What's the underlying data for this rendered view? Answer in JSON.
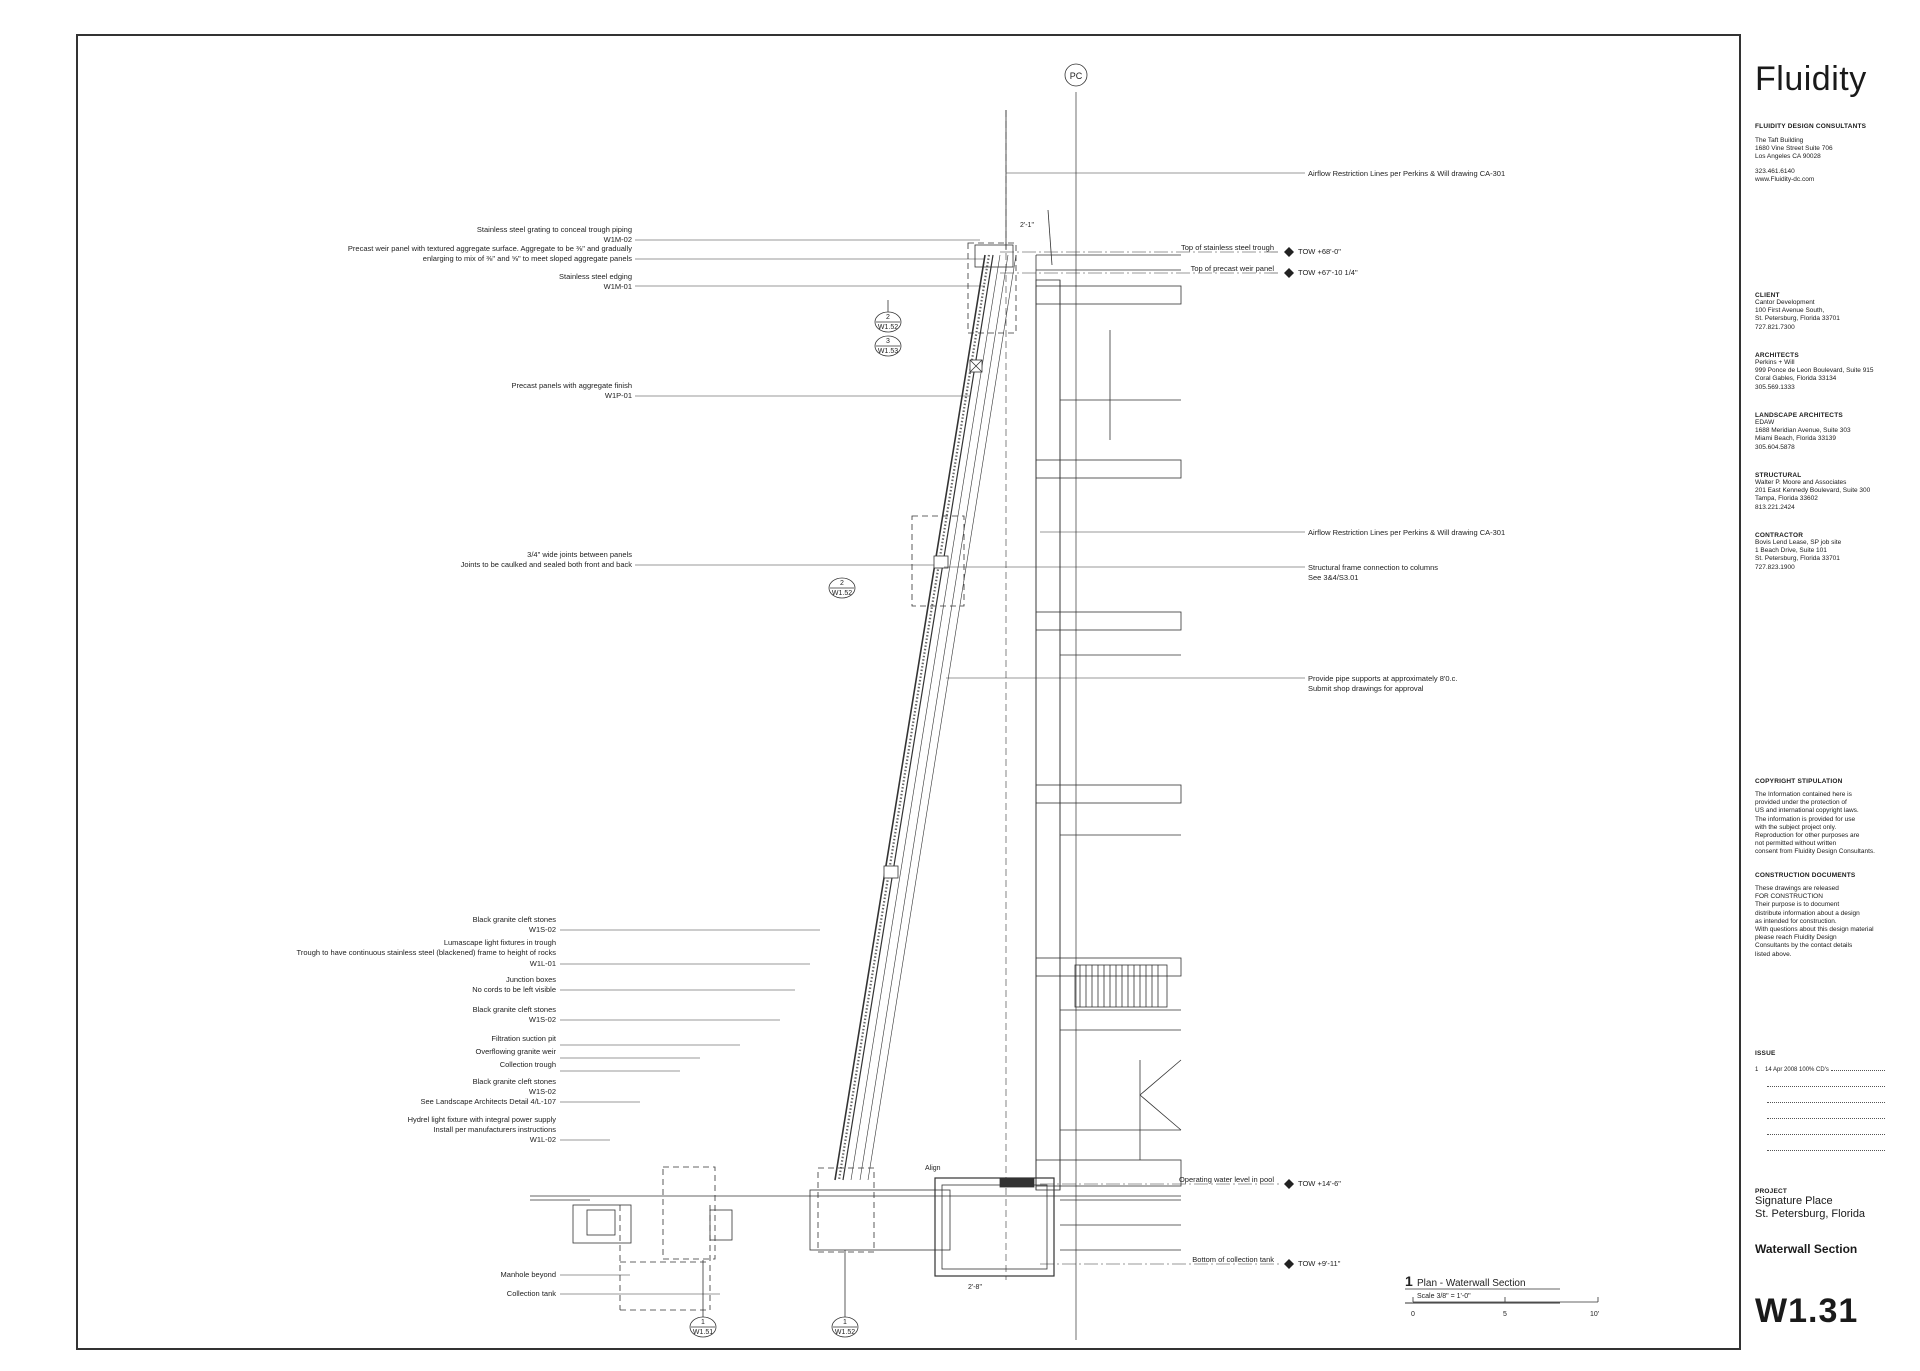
{
  "firm": {
    "logo": "Fluidity",
    "name": "FLUIDITY DESIGN CONSULTANTS",
    "address": [
      "The Taft Building",
      "1680 Vine Street  Suite 706",
      "Los Angeles  CA 90028"
    ],
    "phone": "323.461.6140",
    "web": "www.Fluidity-dc.com"
  },
  "contacts": [
    {
      "heading": "CLIENT",
      "lines": [
        "Cantor Development",
        "100 First Avenue South,",
        "St. Petersburg, Florida 33701",
        "727.821.7300"
      ]
    },
    {
      "heading": "ARCHITECTS",
      "lines": [
        "Perkins + Will",
        "999 Ponce de Leon Boulevard, Suite 915",
        "Coral Gables, Florida 33134",
        "305.569.1333"
      ]
    },
    {
      "heading": "LANDSCAPE ARCHITECTS",
      "lines": [
        "EDAW",
        "1688 Meridian Avenue, Suite 303",
        "Miami Beach, Florida 33139",
        "305.604.5878"
      ]
    },
    {
      "heading": "STRUCTURAL",
      "lines": [
        "Walter P. Moore and Associates",
        "201 East Kennedy Boulevard, Suite 300",
        "Tampa, Florida 33602",
        "813.221.2424"
      ]
    },
    {
      "heading": "CONTRACTOR",
      "lines": [
        "Bovis Lend Lease, SP job site",
        "1 Beach Drive, Suite 101",
        "St. Petersburg, Florida 33701",
        "727.823.1900"
      ]
    }
  ],
  "copyright": {
    "heading": "COPYRIGHT STIPULATION",
    "lines": [
      "The Information contained here is",
      "provided under the protection of",
      "US and international copyright laws.",
      "The information is provided for use",
      "with the subject project only.",
      "Reproduction for other purposes are",
      "not permitted without written",
      "consent from Fluidity Design Consultants."
    ]
  },
  "construction": {
    "heading": "CONSTRUCTION DOCUMENTS",
    "lines": [
      "These drawings are released",
      "FOR CONSTRUCTION",
      "Their purpose is to document",
      "distribute information about a design",
      "as intended for construction.",
      "With questions about this design material",
      "please reach Fluidity Design",
      "Consultants by the contact details",
      "listed above."
    ]
  },
  "issue": {
    "heading": "ISSUE",
    "rows": [
      {
        "no": "1",
        "text": "14 Apr 2008 100% CD's"
      },
      {
        "no": "",
        "text": ""
      },
      {
        "no": "",
        "text": ""
      },
      {
        "no": "",
        "text": ""
      },
      {
        "no": "",
        "text": ""
      },
      {
        "no": "",
        "text": ""
      }
    ]
  },
  "project": {
    "heading": "PROJECT",
    "lines": [
      "Signature Place",
      "St. Petersburg, Florida"
    ]
  },
  "sheet_title": "Waterwall Section",
  "sheet_number": "W1.31",
  "gridline": "PC",
  "drawing_title": {
    "number": "1",
    "name": "Plan - Waterwall Section",
    "scale": "Scale  3/8\" = 1'-0\"",
    "bar": [
      "0",
      "5",
      "10'"
    ]
  },
  "callouts_left": [
    [
      "Stainless steel grating to conceal trough piping",
      "W1M-02"
    ],
    [
      "Precast weir panel with textured aggregate surface. Aggregate to be ⅜\" and gradually",
      "enlarging to mix of ⅜\" and ⅝\" to meet sloped aggregate panels"
    ],
    [
      "Stainless steel edging",
      "W1M-01"
    ],
    [
      "Precast panels with aggregate finish",
      "W1P-01"
    ],
    [
      "3/4\" wide joints between panels",
      "Joints to be caulked and sealed both front and back"
    ],
    [
      "Black granite cleft stones",
      "W1S-02"
    ],
    [
      "Lumascape light fixtures in trough",
      "Trough to have continuous stainless steel (blackened) frame to height of rocks",
      "W1L-01"
    ],
    [
      "Junction boxes",
      "No cords to be left visible"
    ],
    [
      "Black granite cleft stones",
      "W1S-02"
    ],
    [
      "Filtration suction pit"
    ],
    [
      "Overflowing granite weir"
    ],
    [
      "Collection trough"
    ],
    [
      "Black granite cleft stones",
      "W1S-02"
    ],
    [
      "See Landscape Architects Detail 4/L-107"
    ],
    [
      "Hydrel light fixture with integral power supply",
      "Install per manufacturers instructions",
      "W1L-02"
    ],
    [
      "Manhole beyond"
    ],
    [
      "Collection tank"
    ]
  ],
  "callouts_right": [
    [
      "Airflow Restriction Lines per Perkins & Will drawing CA-301"
    ],
    [
      "Airflow Restriction Lines per Perkins & Will drawing CA-301"
    ],
    [
      "Structural frame connection to columns",
      "See 3&4/S3.01"
    ],
    [
      "Provide pipe supports at approximately 8'0.c.",
      "Submit shop drawings for approval"
    ]
  ],
  "elevations": [
    {
      "label": "Top of stainless steel trough",
      "value": "TOW +68'-0\""
    },
    {
      "label": "Top of precast weir panel",
      "value": "TOW +67'-10 1/4\""
    },
    {
      "label": "Operating water level in pool",
      "value": "TOW +14'-6\""
    },
    {
      "label": "Bottom of collection tank",
      "value": "TOW +9'-11\""
    }
  ],
  "dims": [
    "2'-1\"",
    "2'-8\"",
    "Align"
  ],
  "detail_bubbles": [
    {
      "num": "2",
      "sheet": "W1.52"
    },
    {
      "num": "3",
      "sheet": "W1.53"
    },
    {
      "num": "2",
      "sheet": "W1.52"
    },
    {
      "num": "1",
      "sheet": "W1.51"
    },
    {
      "num": "1",
      "sheet": "W1.52"
    }
  ]
}
